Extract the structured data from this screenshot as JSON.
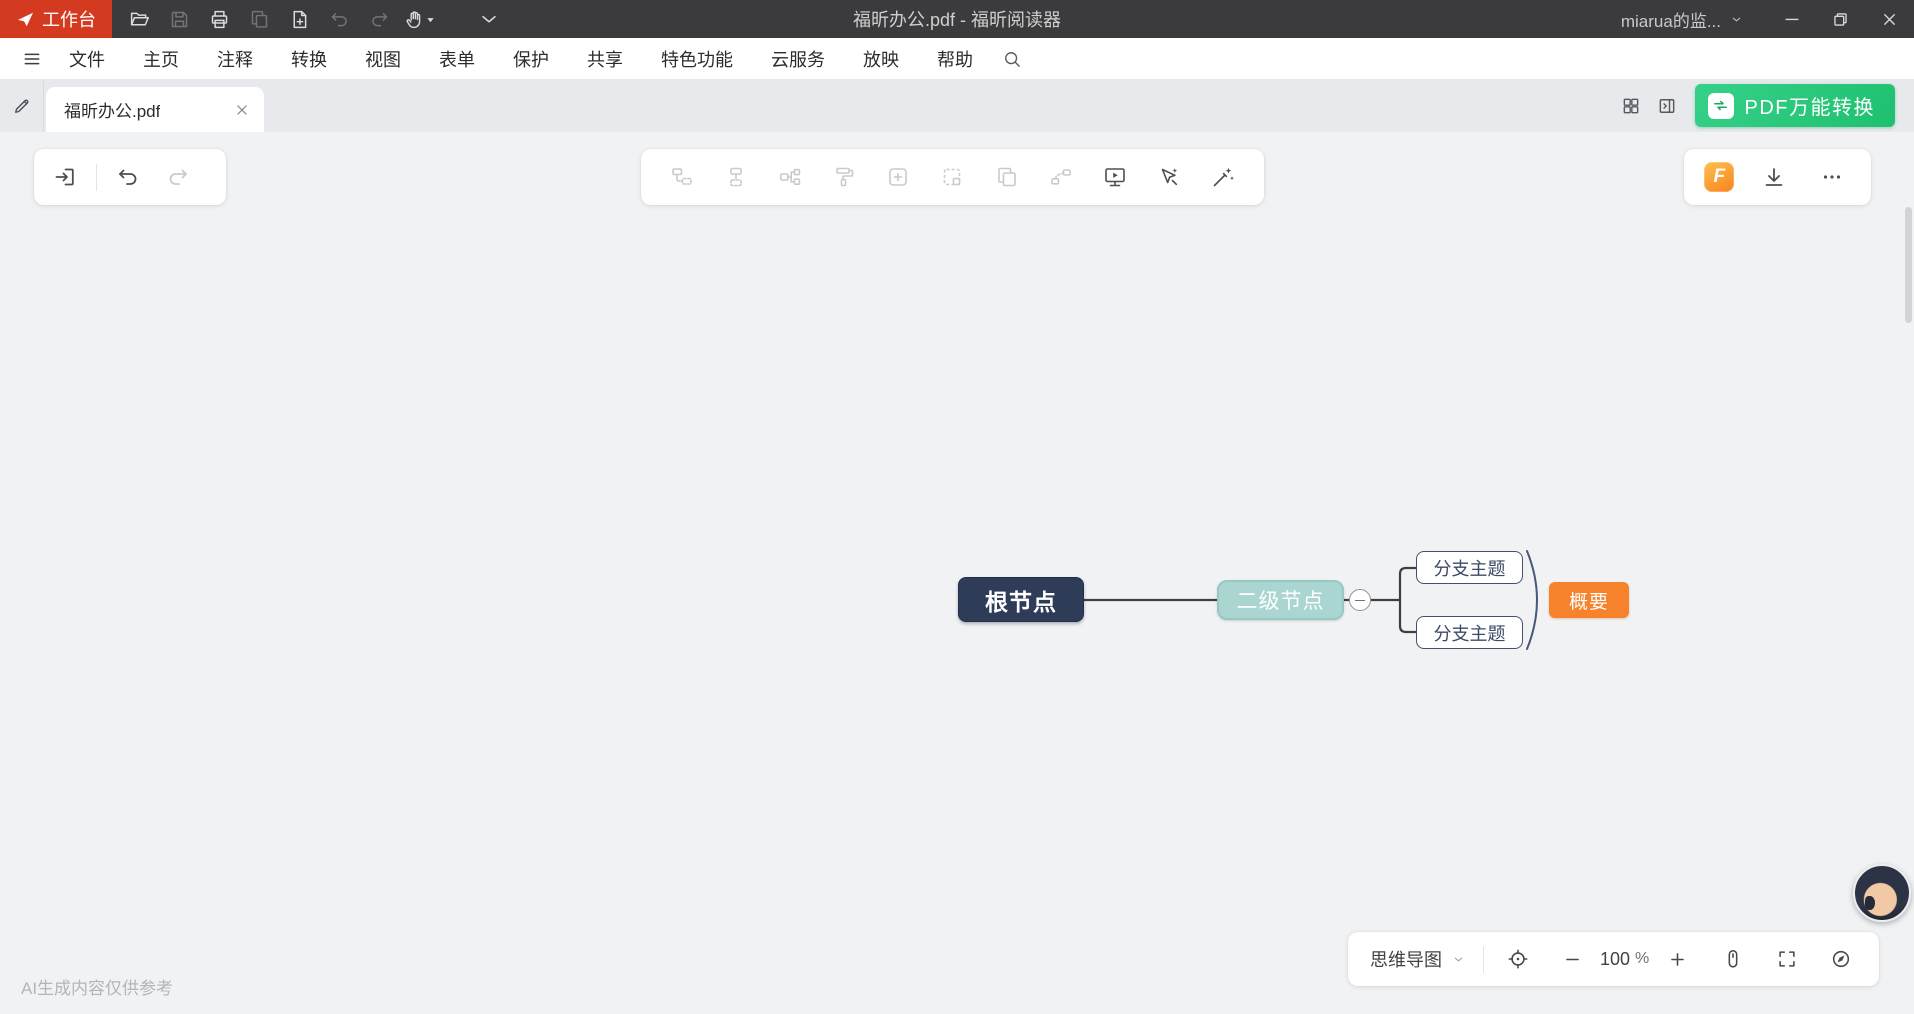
{
  "colors": {
    "accent_red": "#d43a20",
    "accent_green": "#1ec06f",
    "accent_orange": "#f6822c",
    "node_root_bg": "#2e3c58",
    "node_secondary_bg": "#abd5d1",
    "titlebar_bg": "#3b3b3d"
  },
  "titlebar": {
    "workspace_label": "工作台",
    "document_title": "福昕办公.pdf - 福昕阅读器",
    "account_label": "miarua的监...",
    "icons": [
      "foxit-logo",
      "open-folder",
      "save",
      "print",
      "copy",
      "new-page",
      "undo",
      "redo",
      "hand-tool",
      "collapse-toolbar",
      "chevron-down",
      "minimize",
      "restore",
      "close"
    ]
  },
  "menubar": {
    "items": [
      {
        "label": "文件"
      },
      {
        "label": "主页"
      },
      {
        "label": "注释"
      },
      {
        "label": "转换"
      },
      {
        "label": "视图"
      },
      {
        "label": "表单"
      },
      {
        "label": "保护"
      },
      {
        "label": "共享"
      },
      {
        "label": "特色功能"
      },
      {
        "label": "云服务"
      },
      {
        "label": "放映"
      },
      {
        "label": "帮助"
      }
    ],
    "icons": [
      "hamburger",
      "search"
    ]
  },
  "tabbar": {
    "active_tab_label": "福昕办公.pdf",
    "convert_button_label": "PDF万能转换",
    "icons": [
      "annotate-pencil",
      "close-tab",
      "grid-view",
      "reading-panel",
      "convert-swap"
    ]
  },
  "history_toolbar": {
    "icons": [
      "import-mindmap",
      "undo",
      "redo"
    ]
  },
  "mindmap_toolbar": {
    "icons": [
      "insert-sibling-topic",
      "insert-floating-topic",
      "layout-structure",
      "style-painter",
      "insert-topic",
      "select-area",
      "copy-topic",
      "relation-line",
      "presentation-mode",
      "smart-select",
      "ai-beautify"
    ]
  },
  "export_toolbar": {
    "icons": [
      "foxit-app-badge",
      "download",
      "more-menu"
    ]
  },
  "mindmap": {
    "root_label": "根节点",
    "secondary_label": "二级节点",
    "branch_labels": [
      "分支主题",
      "分支主题"
    ],
    "summary_label": "概要"
  },
  "view_toolbar": {
    "mode_label": "思维导图",
    "zoom_value": "100",
    "zoom_unit": "%",
    "icons": [
      "chevron-down",
      "locate-target",
      "zoom-out",
      "zoom-in",
      "mouse-mode",
      "fullscreen",
      "overview-compass"
    ]
  },
  "footer": {
    "ai_note": "AI生成内容仅供参考"
  }
}
